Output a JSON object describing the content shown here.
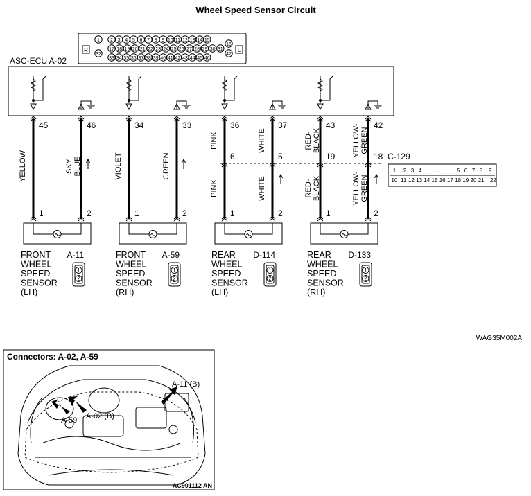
{
  "title": "Wheel Speed Sensor Circuit",
  "ecu": {
    "label": "ASC-ECU A-02",
    "connector_rows": [
      [
        "1",
        "2",
        "3",
        "4",
        "5",
        "6",
        "7",
        "8",
        "9",
        "10",
        "11",
        "12",
        "13",
        "14",
        "15",
        "16"
      ],
      [
        "17",
        "18",
        "19",
        "20",
        "21",
        "22",
        "23",
        "24",
        "25",
        "26",
        "27",
        "28",
        "29",
        "30",
        "31"
      ],
      [
        "32",
        "33",
        "34",
        "35",
        "36",
        "37",
        "38",
        "39",
        "40",
        "41",
        "42",
        "43",
        "44",
        "45",
        "46",
        "47"
      ]
    ],
    "left_mark": "R",
    "right_mark": "L"
  },
  "intermediate_connector": {
    "label": "C-129",
    "top_row": [
      "1",
      "2",
      "3",
      "4",
      "○",
      "5",
      "6",
      "7",
      "8",
      "9"
    ],
    "bottom_row": [
      "10",
      "11",
      "12",
      "13",
      "14",
      "15",
      "16",
      "17",
      "18",
      "19",
      "20",
      "21",
      "22"
    ]
  },
  "sensors": [
    {
      "name_lines": [
        "FRONT",
        "WHEEL",
        "SPEED",
        "SENSOR",
        "(LH)"
      ],
      "connector": "A-11",
      "wires": [
        {
          "ecu_pin": "45",
          "color": "YELLOW",
          "sensor_pin": "1"
        },
        {
          "ecu_pin": "46",
          "color": "SKY BLUE",
          "sensor_pin": "2"
        }
      ]
    },
    {
      "name_lines": [
        "FRONT",
        "WHEEL",
        "SPEED",
        "SENSOR",
        "(RH)"
      ],
      "connector": "A-59",
      "wires": [
        {
          "ecu_pin": "34",
          "color": "VIOLET",
          "sensor_pin": "1"
        },
        {
          "ecu_pin": "33",
          "color": "GREEN",
          "sensor_pin": "2"
        }
      ]
    },
    {
      "name_lines": [
        "REAR",
        "WHEEL",
        "SPEED",
        "SENSOR",
        "(LH)"
      ],
      "connector": "D-114",
      "wires": [
        {
          "ecu_pin": "36",
          "color": "PINK",
          "inter_pin": "6",
          "color_below": "PINK",
          "sensor_pin": "1"
        },
        {
          "ecu_pin": "37",
          "color": "WHITE",
          "inter_pin": "5",
          "color_below": "WHITE",
          "sensor_pin": "2"
        }
      ]
    },
    {
      "name_lines": [
        "REAR",
        "WHEEL",
        "SPEED",
        "SENSOR",
        "(RH)"
      ],
      "connector": "D-133",
      "wires": [
        {
          "ecu_pin": "43",
          "color": "RED-BLACK",
          "inter_pin": "19",
          "color_below": "RED-BLACK",
          "sensor_pin": "1"
        },
        {
          "ecu_pin": "42",
          "color": "YELLOW-GREEN",
          "inter_pin": "18",
          "color_below": "YELLOW-GREEN",
          "sensor_pin": "2"
        }
      ]
    }
  ],
  "figure_code": "WAG35M002A",
  "connectors_view": {
    "title": "Connectors: A-02, A-59",
    "callouts": [
      "A-11 (B)",
      "A-02 (B)",
      "A-59"
    ],
    "figure_code": "AC901112 AN"
  }
}
